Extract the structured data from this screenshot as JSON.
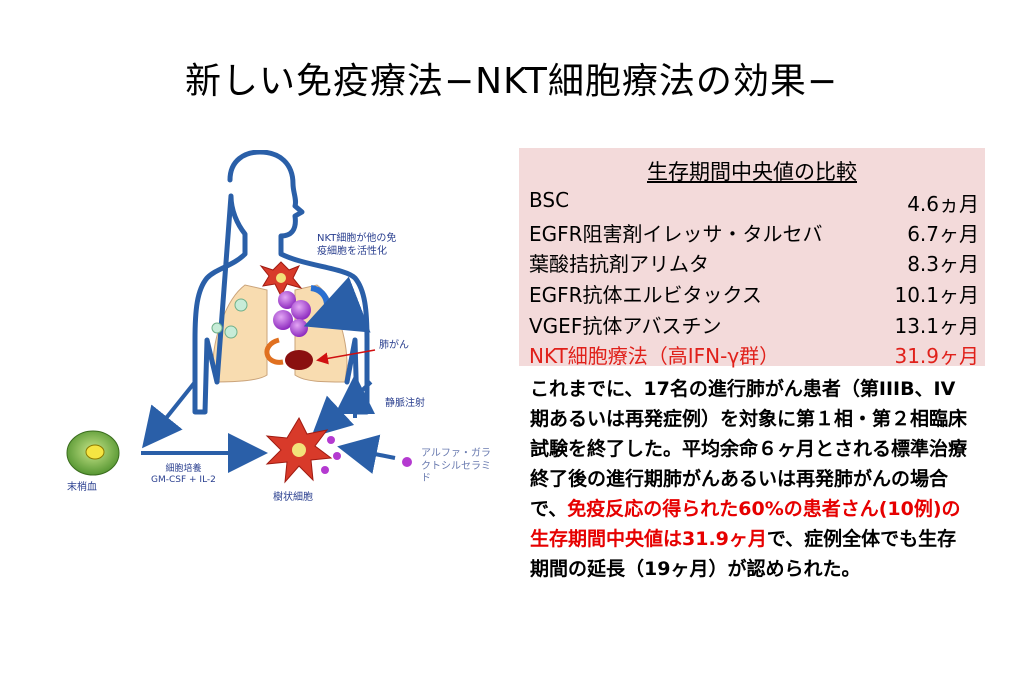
{
  "title": "新しい免疫療法−NKT細胞療法の効果−",
  "diagram": {
    "label_nkt": "NKT細胞が他の免\n疫細胞を活性化",
    "label_lung_cancer": "肺がん",
    "label_iv": "静脈注射",
    "label_alpha": "アルファ・ガラ\nクトシルセラミ\nド",
    "label_culture": "細胞培養\nGM-CSF + IL-2",
    "label_blood": "末梢血",
    "label_dendritic": "樹状細胞"
  },
  "table": {
    "title": "生存期間中央値の比較",
    "rows": [
      {
        "name": "BSC",
        "value": "4.6ヵ月",
        "highlight": false
      },
      {
        "name": "EGFR阻害剤イレッサ・タルセバ",
        "value": "6.7ヶ月",
        "highlight": false
      },
      {
        "name": "葉酸拮抗剤アリムタ",
        "value": "8.3ヶ月",
        "highlight": false
      },
      {
        "name": "EGFR抗体エルビタックス",
        "value": "10.1ヶ月",
        "highlight": false
      },
      {
        "name": "VGEF抗体アバスチン",
        "value": "13.1ヶ月",
        "highlight": false
      },
      {
        "name": "NKT細胞療法（高IFN-γ群）",
        "value": "31.9ヶ月",
        "highlight": true
      }
    ]
  },
  "description": {
    "part1": "これまでに、17名の進行肺がん患者（第IIIB、IV期あるいは再発症例）を対象に第１相・第２相臨床試験を終了した。平均余命６ヶ月とされる標準治療終了後の進行期肺がんあるいは再発肺がんの場合で、",
    "highlight": "免疫反応の得られた60%の患者さん(10例)の生存期間中央値は31.9ヶ月",
    "part2": "で、症例全体でも生存期間の延長（19ヶ月）が認められた。"
  },
  "colors": {
    "table_bg": "#f3dada",
    "highlight_red": "#e0201a",
    "diagram_blue": "#2a3f8f",
    "lung": "#f8dcb0"
  }
}
